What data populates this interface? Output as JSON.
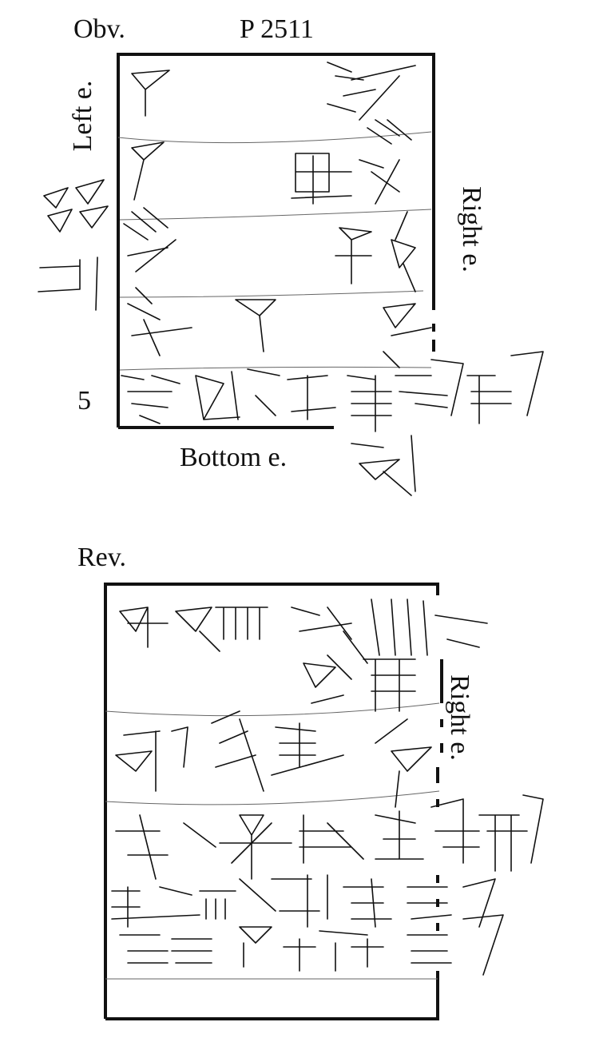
{
  "labels": {
    "obverse": "Obv.",
    "tablet_id": "P 2511",
    "left_edge": "Left e.",
    "right_edge_obverse": "Right e.",
    "line_number": "5",
    "bottom_edge": "Bottom e.",
    "reverse": "Rev.",
    "right_edge_reverse": "Right e."
  }
}
